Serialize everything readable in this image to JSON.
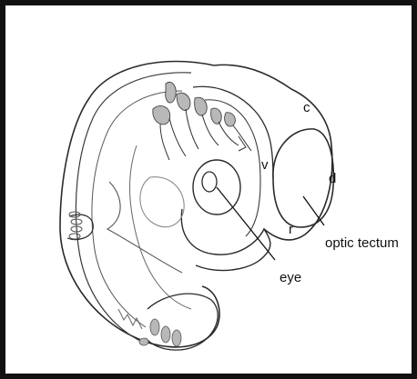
{
  "labels": {
    "c": "c",
    "v": "v",
    "d": "d",
    "r": "r",
    "optic_tectum": "optic tectum",
    "eye": "eye"
  },
  "colors": {
    "frame": "#111111",
    "outline": "#2a2a2a",
    "ganglia": "#b8b8b8",
    "background": "#ffffff"
  }
}
